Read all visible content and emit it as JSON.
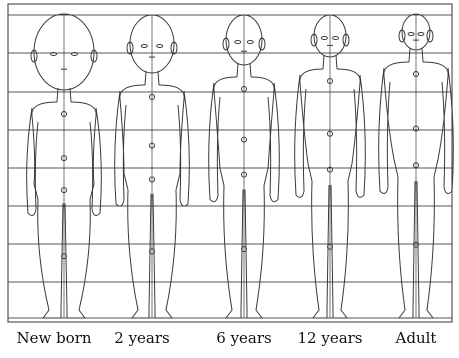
{
  "figures": [
    {
      "id": "newborn",
      "label": "New born"
    },
    {
      "id": "two",
      "label": "2 years"
    },
    {
      "id": "six",
      "label": "6 years"
    },
    {
      "id": "twelve",
      "label": "12 years"
    },
    {
      "id": "adult",
      "label": "Adult"
    }
  ],
  "colors": {
    "line": "#3a3a3a",
    "grid": "#555555",
    "background": "#ffffff"
  }
}
